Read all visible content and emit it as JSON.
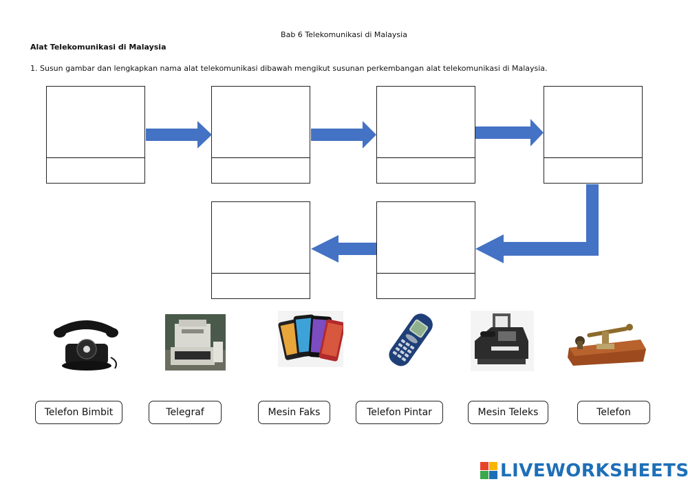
{
  "header": {
    "chapter": "Bab 6 Telekomunikasi di Malaysia",
    "subtitle": "Alat Telekomunikasi di Malaysia",
    "instruction": "1. Susun gambar dan lengkapkan nama alat telekomunikasi dibawah mengikut susunan perkembangan alat telekomunikasi di Malaysia."
  },
  "images": [
    {
      "icon": "rotary-telephone-icon"
    },
    {
      "icon": "telex-machine-icon"
    },
    {
      "icon": "smartphones-icon"
    },
    {
      "icon": "mobile-phone-icon"
    },
    {
      "icon": "fax-machine-icon"
    },
    {
      "icon": "telegraph-key-icon"
    }
  ],
  "answer_chips": [
    {
      "label": "Telefon Bimbit"
    },
    {
      "label": "Telegraf"
    },
    {
      "label": "Mesin Faks"
    },
    {
      "label": "Telefon Pintar"
    },
    {
      "label": "Mesin Teleks"
    },
    {
      "label": "Telefon"
    }
  ],
  "brand": {
    "name": "LIVEWORKSHEETS",
    "colors": [
      "#e8442c",
      "#f7b500",
      "#3aa84d",
      "#1d6fb8"
    ]
  },
  "colors": {
    "arrow": "#4472c4"
  }
}
